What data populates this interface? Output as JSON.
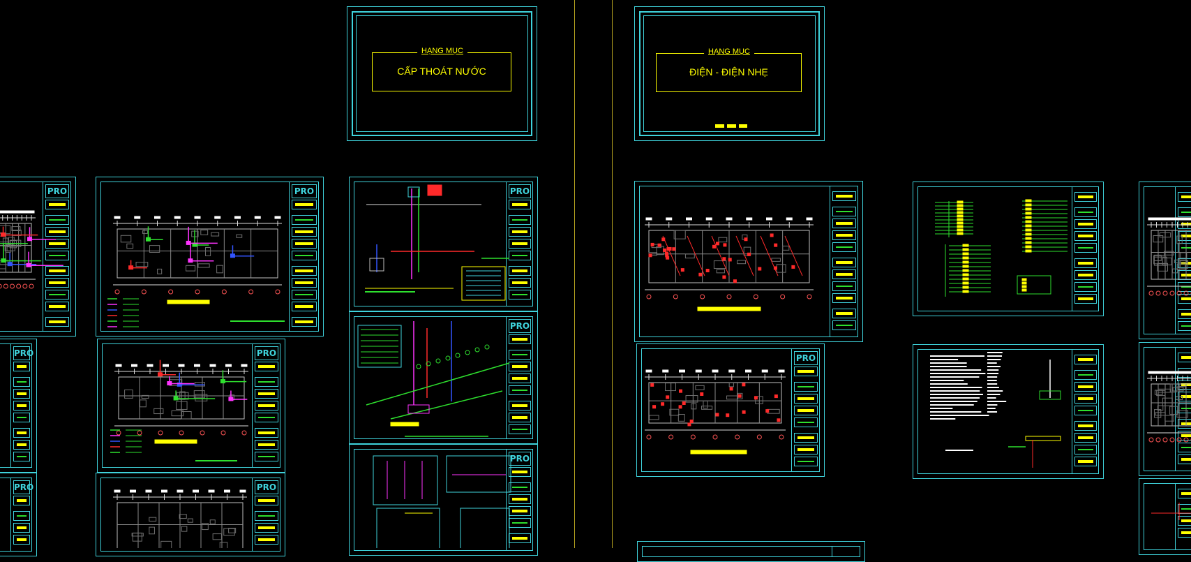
{
  "drawing": {
    "cover_left": {
      "label": "HẠNG MỤC",
      "title": "CẤP THOÁT NƯỚC"
    },
    "cover_right": {
      "label": "HẠNG MỤC",
      "title": "ĐIỆN - ĐIỆN NHẸ"
    },
    "logo_text": "PRO",
    "colors": {
      "background": "#000000",
      "frame": "#3fd3dc",
      "text": "#ffff00",
      "wire_green": "#2ee02e",
      "wire_red": "#ff2a2a",
      "wire_magenta": "#ff33ff",
      "wire_blue": "#3355ff",
      "divider": "#b5a21f"
    }
  }
}
